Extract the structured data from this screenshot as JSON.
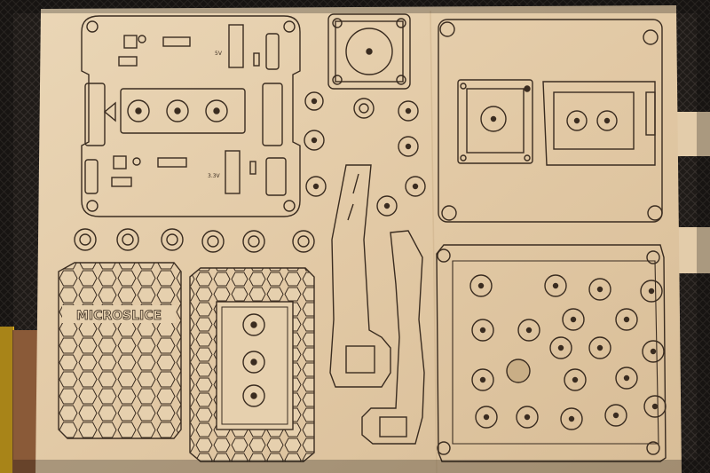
{
  "photo": {
    "logo_text": "MICROSLICE",
    "board_label_top": "5V",
    "board_label_bottom": "3.3V",
    "colors": {
      "background": "#1c1917",
      "mesh": "#2a2623",
      "wood": "#e6d0ae",
      "wood_shadow": "#c9ae86",
      "cut_line": "#3a2c20",
      "yellow_object": "#e0b020",
      "cardboard": "#8a5a38"
    },
    "parts": [
      "case-top-plate",
      "case-bottom-plate",
      "square-frame-with-circle",
      "round-washer",
      "clip-arm",
      "honeycomb-panel",
      "rectangle-frame-with-brackets",
      "panel-with-round-pads"
    ]
  }
}
